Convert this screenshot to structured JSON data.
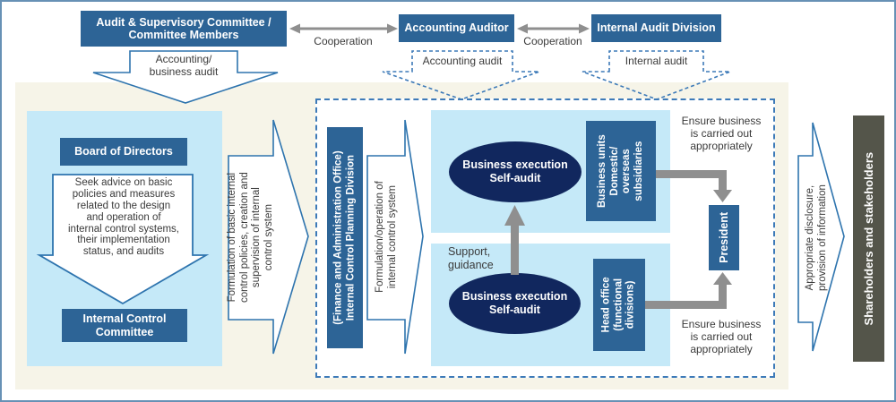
{
  "top": {
    "audit_committee": "Audit & Supervisory Committee /\nCommittee Members",
    "cooperation_left": "Cooperation",
    "accounting_auditor": "Accounting Auditor",
    "cooperation_right": "Cooperation",
    "internal_audit_division": "Internal Audit Division",
    "accounting_business_audit": "Accounting/\nbusiness audit",
    "accounting_audit_label": "Accounting audit",
    "internal_audit_label": "Internal audit"
  },
  "left": {
    "board": "Board of Directors",
    "seek_advice": "Seek advice on basic\npolicies and measures\nrelated to the design\nand operation of\ninternal control systems,\ntheir implementation\nstatus, and audits",
    "committee": "Internal Control\nCommittee"
  },
  "middle": {
    "formulation_basic": "Formulation of basic internal\ncontrol policies, creation and\nsupervision of internal\ncontrol system",
    "planning_division": "(Finance and Administration Office)\nInternal Control Planning Division",
    "formulation_operation": "Formulation/operation of\ninternal control system"
  },
  "center": {
    "self_audit_upper": "Business execution\nSelf-audit",
    "self_audit_lower": "Business execution\nSelf-audit",
    "business_units": "Business units\nDomestic/\noverseas\nsubsidiaries",
    "head_office": "Head office\n(functional\ndivisions)",
    "support_guidance": "Support,\nguidance",
    "president": "President",
    "ensure_top": "Ensure business\nis carried out\nappropriately",
    "ensure_bottom": "Ensure business\nis carried out\nappropriately"
  },
  "right": {
    "disclosure": "Appropriate disclosure,\nprovision of information",
    "shareholders": "Shareholders and stakeholders"
  },
  "colors": {
    "dark_blue_box": "#2d6496",
    "navy_ellipse": "#11275e",
    "light_blue_panel": "#c5e9f8",
    "beige_background": "#f6f4e8",
    "gray_box": "#54554a",
    "connector_gray": "#8f8f8f",
    "arrow_outline_blue": "#2e74ae",
    "dashed_blue": "#3d7ab8",
    "outer_border": "#6791b5"
  }
}
